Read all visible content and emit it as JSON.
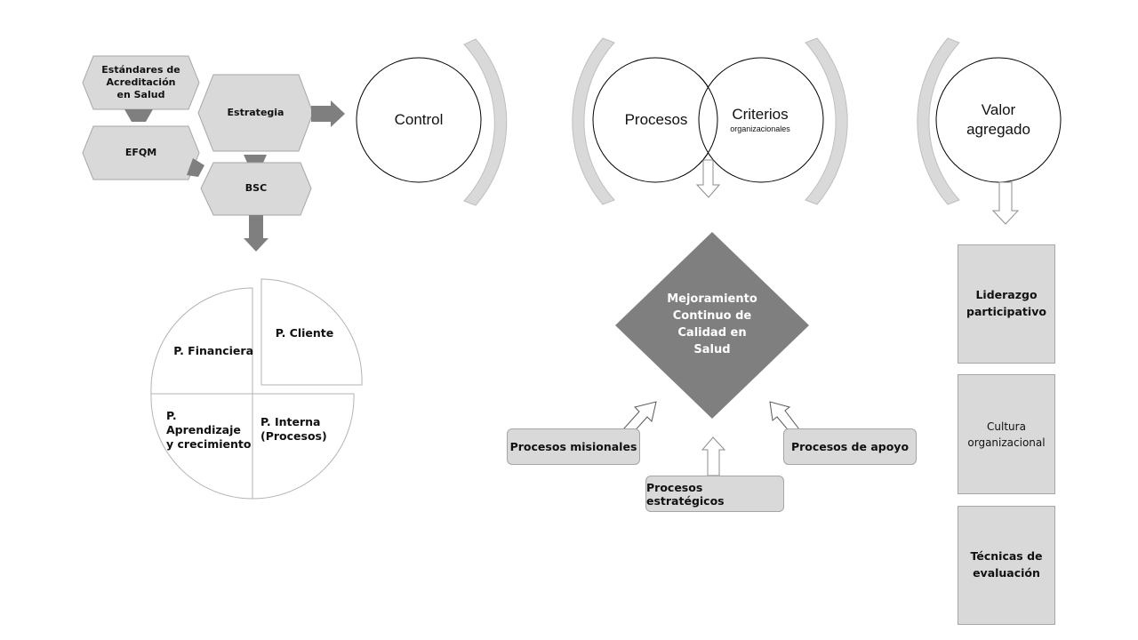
{
  "colors": {
    "hex_fill": "#d9d9d9",
    "hex_stroke": "#a6a6a6",
    "connector": "#7f7f7f",
    "diamond_fill": "#7f7f7f",
    "arc_fill": "#d9d9d9",
    "circle_stroke": "#000000"
  },
  "frameworks": {
    "acreditacion": "Estándares de Acreditación en Salud",
    "acreditacion_lines": [
      "Estándares de",
      "Acreditación",
      "en Salud"
    ],
    "efqm": "EFQM",
    "estrategia": "Estrategia",
    "bsc": "BSC"
  },
  "bsc_perspectives": {
    "financiera": "P. Financiera",
    "cliente": "P. Cliente",
    "aprendizaje_lines": [
      "P. Aprendizaje",
      "y crecimiento"
    ],
    "interna_lines": [
      "P. Interna",
      "(Procesos)"
    ]
  },
  "circles": {
    "control": "Control",
    "procesos": "Procesos",
    "criterios": "Criterios",
    "criterios_sub": "organizacionales",
    "valor_lines": [
      "Valor",
      "agregado"
    ]
  },
  "center": {
    "diamond_lines": [
      "Mejoramiento",
      "Continuo de",
      "Calidad en",
      "Salud"
    ],
    "misionales": "Procesos misionales",
    "estrategicos": "Procesos estratégicos",
    "apoyo": "Procesos de apoyo"
  },
  "right_column": {
    "liderazgo_lines": [
      "Liderazgo",
      "participativo"
    ],
    "cultura_lines": [
      "Cultura",
      "organizacional"
    ],
    "tecnicas_lines": [
      "Técnicas de",
      "evaluación"
    ]
  }
}
